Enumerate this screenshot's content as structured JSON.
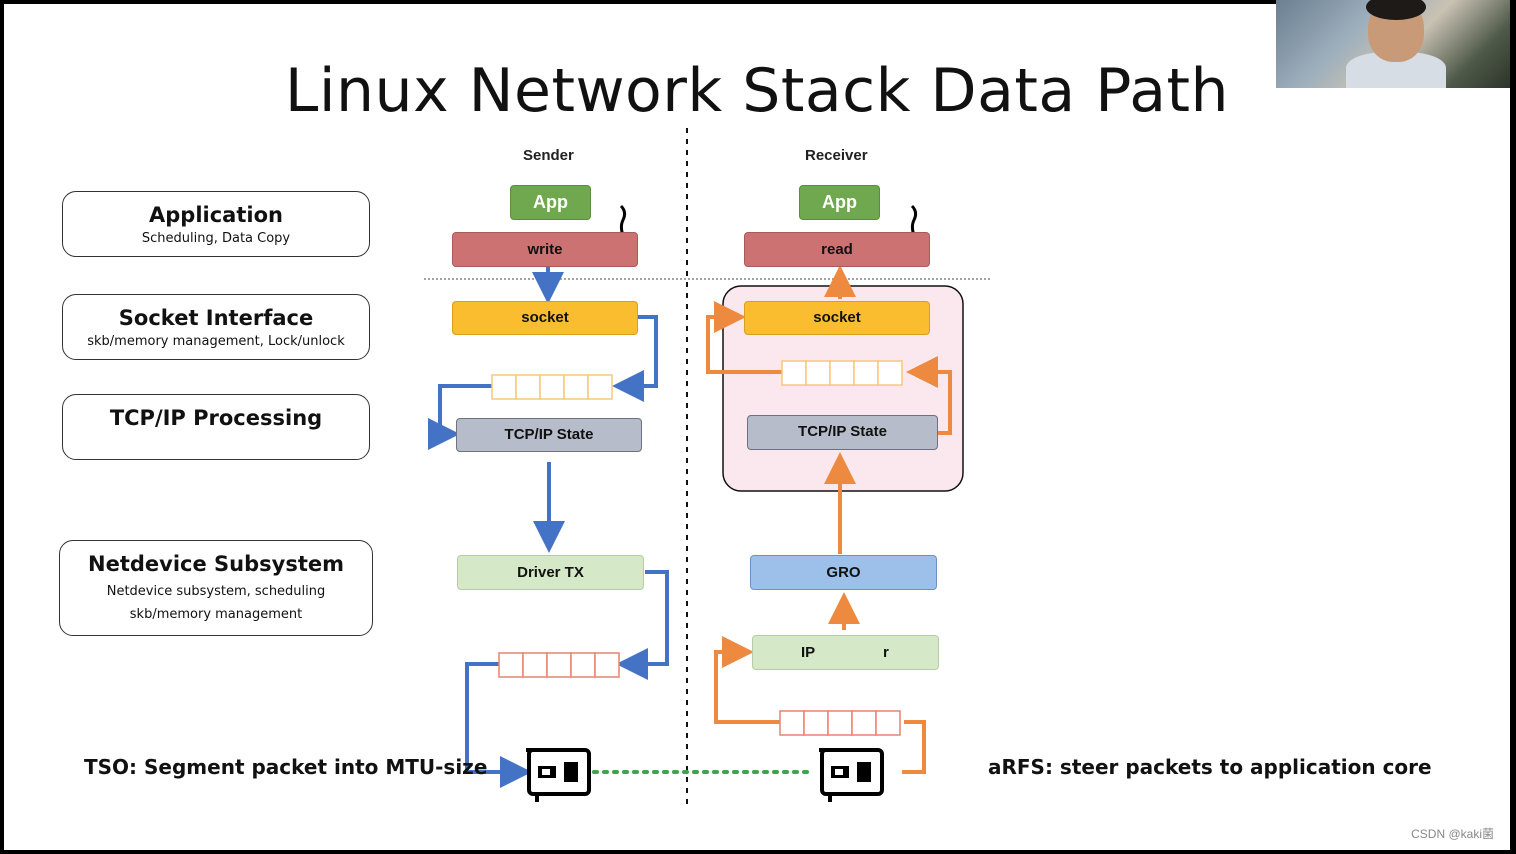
{
  "title": "Linux Network Stack Data Path",
  "layers": [
    {
      "title": "Application",
      "sub1": "Scheduling, Data Copy",
      "sub2": ""
    },
    {
      "title": "Socket Interface",
      "sub1": "skb/memory management, Lock/unlock",
      "sub2": ""
    },
    {
      "title": "TCP/IP Processing",
      "sub1": "",
      "sub2": ""
    },
    {
      "title": "Netdevice Subsystem",
      "sub1": "Netdevice subsystem, scheduling",
      "sub2": "skb/memory management"
    }
  ],
  "sender": {
    "header": "Sender",
    "app": "App",
    "write": "write",
    "socket": "socket",
    "tcp": "TCP/IP State",
    "driver": "Driver TX"
  },
  "receiver": {
    "header": "Receiver",
    "app": "App",
    "read": "read",
    "socket": "socket",
    "tcp": "TCP/IP State",
    "gro": "GRO",
    "ip_left": "IP",
    "ip_right": "r"
  },
  "notes": {
    "tso": "TSO: Segment  packet into MTU-size",
    "arfs": "aRFS: steer packets to application core"
  },
  "watermark": "CSDN @kaki菌",
  "colors": {
    "blue_arrow": "#4472c4",
    "orange_arrow": "#ed8a3f",
    "green_dots": "#3fa34d",
    "pink_panel": "#fbe8ee"
  }
}
